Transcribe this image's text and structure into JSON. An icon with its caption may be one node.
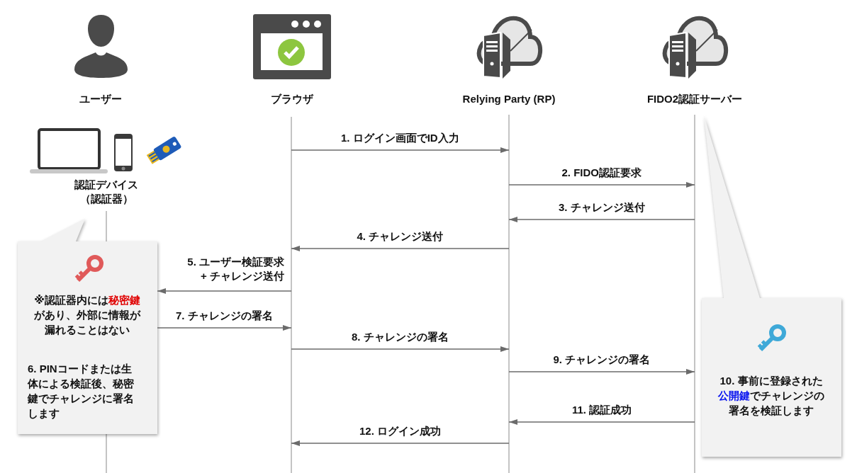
{
  "diagram": {
    "nodes": [
      {
        "text": [
          "ユーザー"
        ]
      },
      {
        "text": [
          "ブラウザ"
        ]
      },
      {
        "text": [
          "Relying Party (RP)"
        ]
      },
      {
        "text": [
          "FIDO2認証サーバー"
        ]
      },
      {
        "text": [
          "認証デバイス（認証器）"
        ]
      },
      {
        "text": [
          "※認証器内には**秘密鍵**があり、外部に情報が漏れることはない",
          "6. PINコードまたは生体による検証後、秘密鍵でチャレンジに署名します"
        ]
      },
      {
        "text": [
          "10. 事前に登録された**公開鍵**でチャレンジの署名を検証します"
        ]
      }
    ],
    "edges": [
      {
        "from": 1,
        "to": 2,
        "arrow": "to",
        "label": "1. ログイン画面でID入力"
      },
      {
        "from": 2,
        "to": 3,
        "arrow": "to",
        "label": "2. FIDO認証要求"
      },
      {
        "from": 3,
        "to": 2,
        "arrow": "to",
        "label": "3. チャレンジ送付"
      },
      {
        "from": 2,
        "to": 1,
        "arrow": "to",
        "label": "4. チャレンジ送付"
      },
      {
        "from": 1,
        "to": 5,
        "arrow": "to",
        "label": "5. ユーザー検証要求 + チャレンジ送付"
      },
      {
        "from": 5,
        "to": 1,
        "arrow": "to",
        "label": "7. チャレンジの署名"
      },
      {
        "from": 1,
        "to": 2,
        "arrow": "to",
        "label": "8. チャレンジの署名"
      },
      {
        "from": 2,
        "to": 3,
        "arrow": "to",
        "label": "9. チャレンジの署名"
      },
      {
        "from": 3,
        "to": 2,
        "arrow": "to",
        "label": "11. 認証成功"
      },
      {
        "from": 2,
        "to": 1,
        "arrow": "to",
        "label": "12. ログイン成功"
      }
    ]
  }
}
